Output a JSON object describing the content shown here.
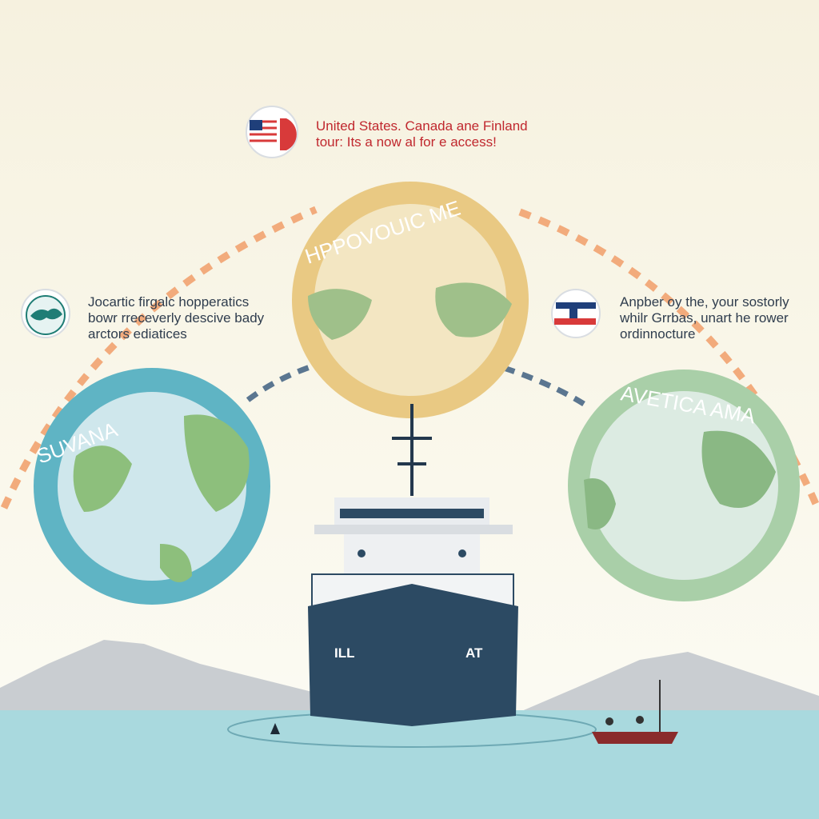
{
  "captions": {
    "top": [
      "United States. Canada ane Finland",
      "tour: Its a now al for e access!"
    ],
    "left": [
      "Jocartic firgalc hopperatics",
      "bowr rreceverly descive bady",
      "arctors ediatices"
    ],
    "right": [
      "Anpber oy the, your sostorly",
      "whilr Grrbas, unart he rower",
      "ordinnocture"
    ]
  },
  "globes": {
    "left": {
      "ring_text": "SUVANA",
      "color": "#5fb4c4"
    },
    "center": {
      "ring_text": "HPPOVOUIC   ME",
      "color": "#e9c983"
    },
    "right": {
      "ring_text": "AVETICA   AMA",
      "color": "#a9cfa8"
    }
  },
  "ship": {
    "hull_left": "ILL",
    "hull_right": "AT",
    "hull_color": "#2c4a63"
  },
  "colors": {
    "water": "#a9d9de",
    "dash_orange": "#f2ab7c",
    "dash_blue": "#5b7690",
    "flag_red": "#d83a3a",
    "flag_blue": "#1f3f7a"
  }
}
